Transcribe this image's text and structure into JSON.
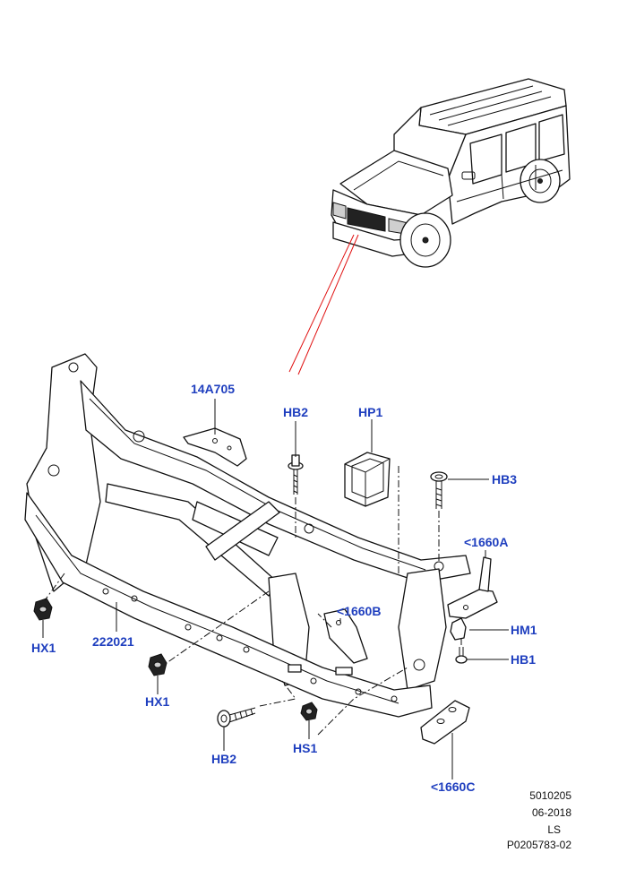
{
  "callouts": {
    "c14A705": "14A705",
    "hb2_top": "HB2",
    "hp1": "HP1",
    "hb3": "HB3",
    "c1660A": "<1660A",
    "c1660B": "<1660B",
    "hm1": "HM1",
    "hb1": "HB1",
    "hx1_left": "HX1",
    "c222021": "222021",
    "hx1_mid": "HX1",
    "hb2_bottom": "HB2",
    "hs1": "HS1",
    "c1660C": "<1660C"
  },
  "reference": {
    "code": "5010205",
    "date": "06-2018",
    "model": "LS",
    "drawing": "P0205783-02"
  },
  "colors": {
    "callout": "#1f3fbf",
    "leader_to_vehicle": "#e01010"
  }
}
